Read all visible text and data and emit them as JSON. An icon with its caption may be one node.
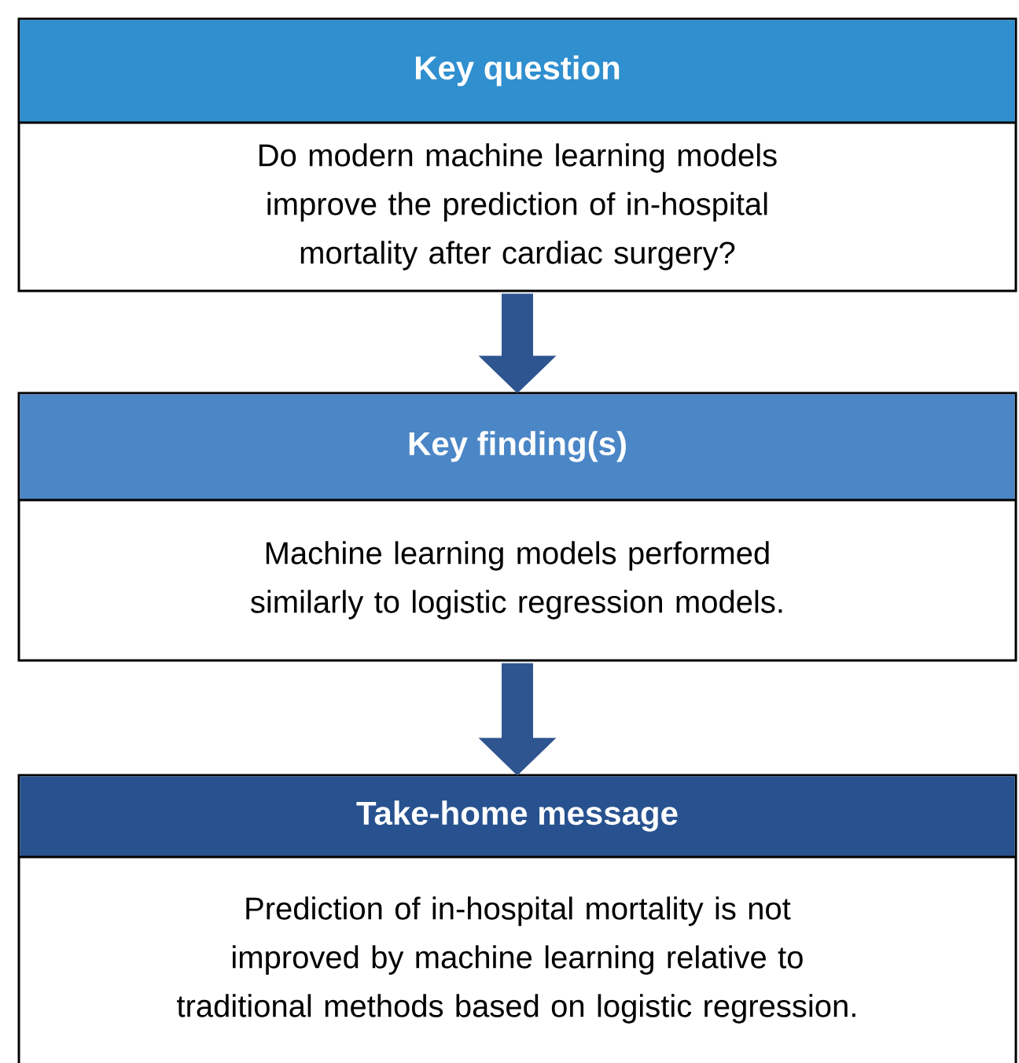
{
  "diagram": {
    "nodes": [
      {
        "text": [
          "Key question",
          "Do modern machine learning models improve the prediction of in-hospital mortality after cardiac surgery?"
        ]
      },
      {
        "text": [
          "Key finding(s)",
          "Machine learning models performed similarly to logistic regression models."
        ]
      },
      {
        "text": [
          "Take-home message",
          "Prediction of in-hospital mortality is not improved by machine learning relative to traditional methods based on logistic regression."
        ]
      }
    ],
    "edges": [
      {
        "from": 0,
        "to": 1,
        "arrow": "to"
      },
      {
        "from": 1,
        "to": 2,
        "arrow": "to"
      }
    ]
  }
}
